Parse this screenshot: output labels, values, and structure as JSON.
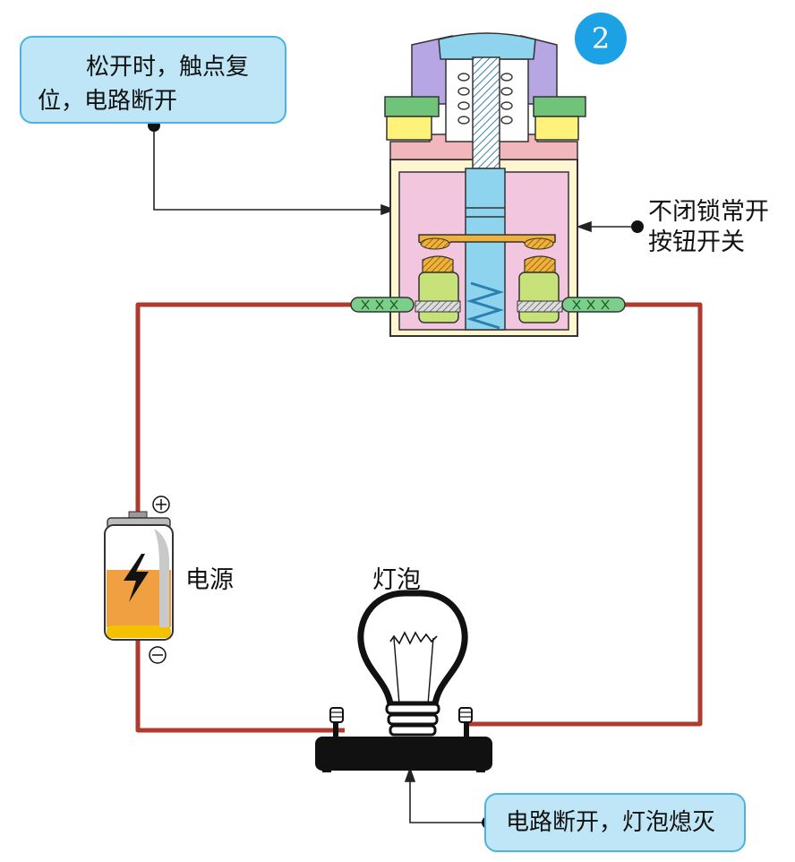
{
  "badge": "2",
  "callout_top": {
    "line1": "松开时，触点复",
    "line2": "位，电路断开"
  },
  "switch_label": {
    "line1": "不闭锁常开",
    "line2": "按钮开关"
  },
  "battery_label": "电源",
  "bulb_label": "灯泡",
  "callout_bottom": "电路断开，灯泡熄灭",
  "colors": {
    "wire": "#b03a2e",
    "callout_fill": "#bfe6f7",
    "callout_border": "#4ab3e3",
    "badge": "#1da1e5",
    "switch_chamber": "#f3c6e0",
    "switch_shaft": "#8fd4ee",
    "contact_bridge": "#f0b13a",
    "terminal": "#c8e27a",
    "battery_charge": "#f0a040"
  }
}
